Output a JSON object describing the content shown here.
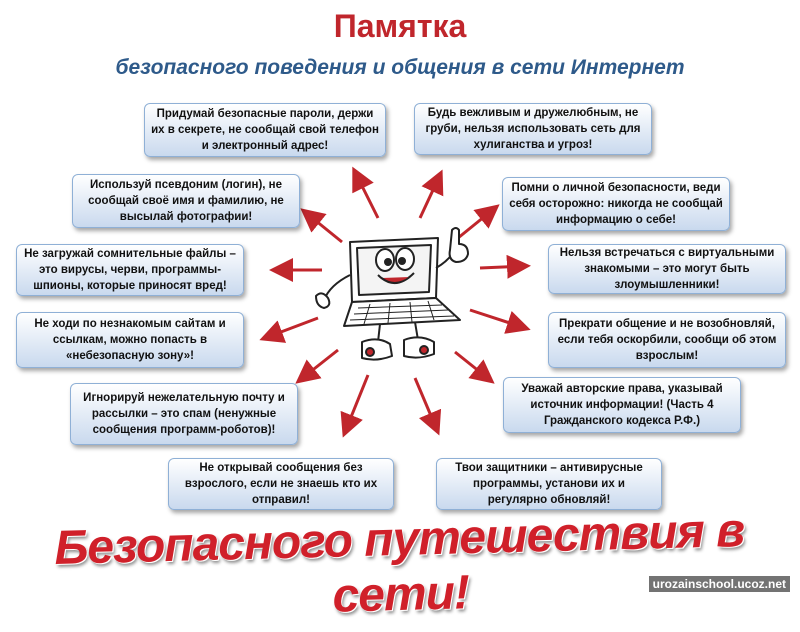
{
  "header": {
    "title": "Памятка",
    "subtitle": "безопасного поведения и общения в сети Интернет"
  },
  "tips": [
    "Придумай безопасные пароли, держи их в секрете, не сообщай свой телефон и электронный адрес!",
    "Будь вежливым и дружелюбным, не груби, нельзя использовать сеть для хулиганства и угроз!",
    "Используй псевдоним (логин), не сообщай своё имя и фамилию, не высылай фотографии!",
    "Помни о личной безопасности, веди себя осторожно: никогда не сообщай информацию о себе!",
    "Не загружай сомнительные файлы – это вирусы, черви, программы-шпионы, которые приносят вред!",
    "Нельзя встречаться с виртуальными знакомыми – это могут быть злоумышленники!",
    "Не ходи по незнакомым сайтам и ссылкам, можно попасть в «небезопасную зону»!",
    "Прекрати общение и не возобновляй, если тебя оскорбили, сообщи об этом взрослым!",
    "Игнорируй нежелательную почту и рассылки – это спам (ненужные сообщения программ-роботов)!",
    "Уважай авторские права, указывай источник информации! (Часть 4 Гражданского кодекса Р.Ф.)",
    "Не открывай сообщения без взрослого, если не знаешь кто их отправил!",
    "Твои защитники – антивирусные программы, установи их и регулярно обновляй!"
  ],
  "slogan": "Безопасного путешествия в сети!",
  "watermark": "urozainschool.ucoz.net",
  "colors": {
    "title": "#c0262c",
    "subtitle": "#2e5a8a",
    "arrow": "#c0262c",
    "slogan": "#d0202a"
  },
  "mascot_icon": "laptop-mascot-icon"
}
